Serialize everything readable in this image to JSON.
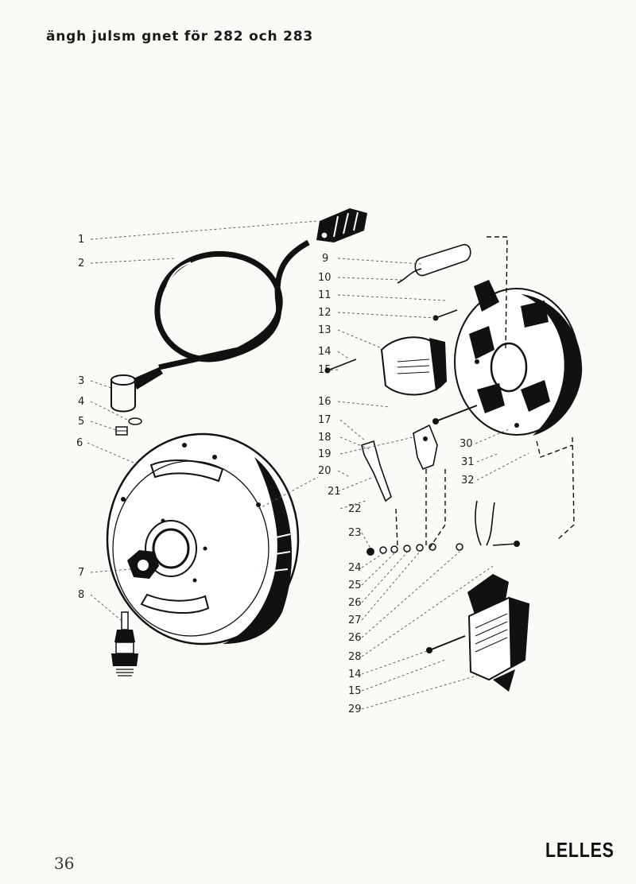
{
  "header": {
    "title": "ängh julsm gnet för 282 och 283"
  },
  "footer": {
    "page_number": "36",
    "brand": "LELLES"
  },
  "callouts": {
    "left": [
      "1",
      "2",
      "3",
      "4",
      "5",
      "6",
      "7",
      "8"
    ],
    "right": [
      "9",
      "10",
      "11",
      "12",
      "13",
      "14",
      "15",
      "16",
      "17",
      "18",
      "19",
      "20",
      "21",
      "22",
      "23",
      "24",
      "25",
      "26",
      "27",
      "26",
      "28",
      "14",
      "15",
      "29"
    ],
    "side": [
      "30",
      "31",
      "32"
    ]
  },
  "colors": {
    "ink": "#111111",
    "paper": "#fbfaf7"
  }
}
